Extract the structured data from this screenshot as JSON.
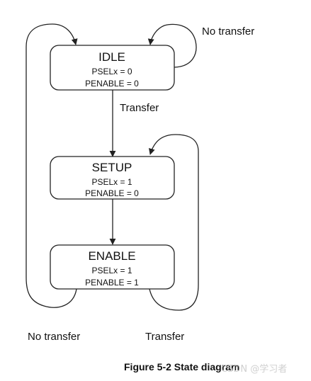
{
  "states": [
    {
      "name": "IDLE",
      "psel": "PSELx = 0",
      "penable": "PENABLE  = 0"
    },
    {
      "name": "SETUP",
      "psel": "PSELx = 1",
      "penable": "PENABLE  = 0"
    },
    {
      "name": "ENABLE",
      "psel": "PSELx = 1",
      "penable": "PENABLE  = 1"
    }
  ],
  "transitions": {
    "idle_self": "No transfer",
    "idle_to_setup": "Transfer",
    "enable_to_idle": "No transfer",
    "enable_to_setup": "Transfer"
  },
  "caption": "Figure 5-2 State diagram",
  "watermark": "CSDN @学习者"
}
